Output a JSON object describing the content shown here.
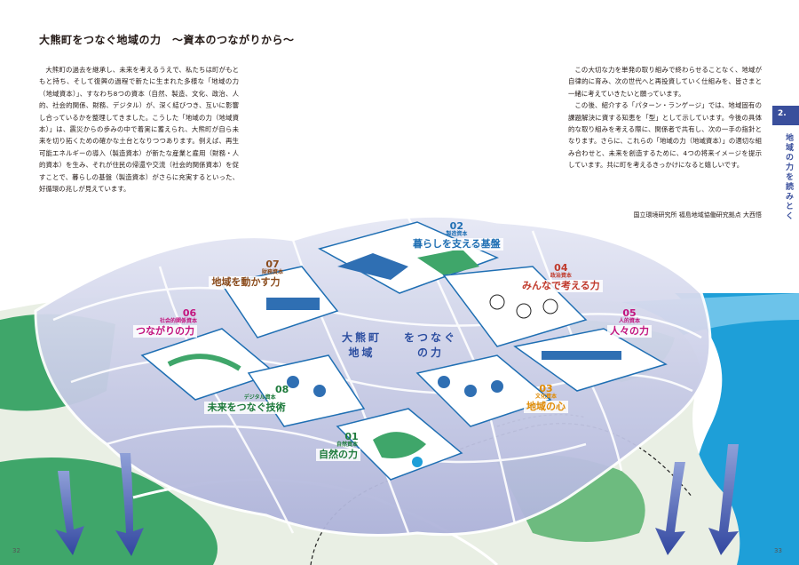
{
  "title": "大熊町をつなぐ地域の力　～資本のつながりから～",
  "left_paragraph": "大熊町の過去を継承し、未来を考えるうえで、私たちは町がもともと持ち、そして復興の過程で新たに生まれた多様な「地域の力（地域資本）」、すなわち8つの資本（自然、製造、文化、政治、人的、社会的関係、財務、デジタル）が、深く結びつき、互いに影響し合っているかを整理してきました。こうした「地域の力（地域資本）」は、震災からの歩みの中で着実に蓄えられ、大熊町が自ら未来を切り拓くための確かな土台となりつつあります。例えば、再生可能エネルギーの導入（製造資本）が新たな産業と雇用（財務・人的資本）を生み、それが住民の帰還や交流（社会的関係資本）を促すことで、暮らしの基盤（製造資本）がさらに充実するといった、好循環の兆しが見えています。",
  "right_paragraph_1": "この大切な力を単発の取り組みで終わらせることなく、地域が自律的に育み、次の世代へと再投資していく仕組みを、皆さまと一緒に考えていきたいと願っています。",
  "right_paragraph_2": "この後、紹介する「パターン・ランゲージ」では、地域固有の課題解決に資する知恵を「型」として示しています。今後の具体的な取り組みを考える際に、関係者で共有し、次の一手の指針となります。さらに、これらの「地域の力（地域資本）」の適切な組み合わせと、未来を創造するために、4つの将来イメージを提示しています。共に町を考えるきっかけになると嬉しいです。",
  "credit": "国立環境研究所 福島地域協働研究拠点 大西悟",
  "side_tab_number": "2.",
  "side_tab_label": "地域の力を読みとく",
  "page_left": "32",
  "page_right": "33",
  "center_text": {
    "col1_line1": "大熊町",
    "col1_line2": "地域",
    "col2_line1": "をつなぐ",
    "col2_line2": "の力"
  },
  "capitals": [
    {
      "num": "02",
      "category": "製造資本",
      "name": "暮らしを支える基盤",
      "color": "#1f6fb3"
    },
    {
      "num": "07",
      "category": "財務資本",
      "name": "地域を動かす力",
      "color": "#8a4b1c"
    },
    {
      "num": "04",
      "category": "政治資本",
      "name": "みんなで考える力",
      "color": "#c0392b"
    },
    {
      "num": "06",
      "category": "社会的関係資本",
      "name": "つながりの力",
      "color": "#c3147e"
    },
    {
      "num": "05",
      "category": "人的資本",
      "name": "人々の力",
      "color": "#c3147e"
    },
    {
      "num": "08",
      "category": "デジタル資本",
      "name": "未来をつなぐ技術",
      "color": "#1d7a3b"
    },
    {
      "num": "03",
      "category": "文化資本",
      "name": "地域の心",
      "color": "#e08a00"
    },
    {
      "num": "01",
      "category": "自然資本",
      "name": "自然の力",
      "color": "#1d7a3b"
    }
  ],
  "colors": {
    "accent": "#3a4f9c",
    "sea": "#1e9fd8",
    "land": "#3fa66a",
    "canopy": "#c9cde8"
  }
}
